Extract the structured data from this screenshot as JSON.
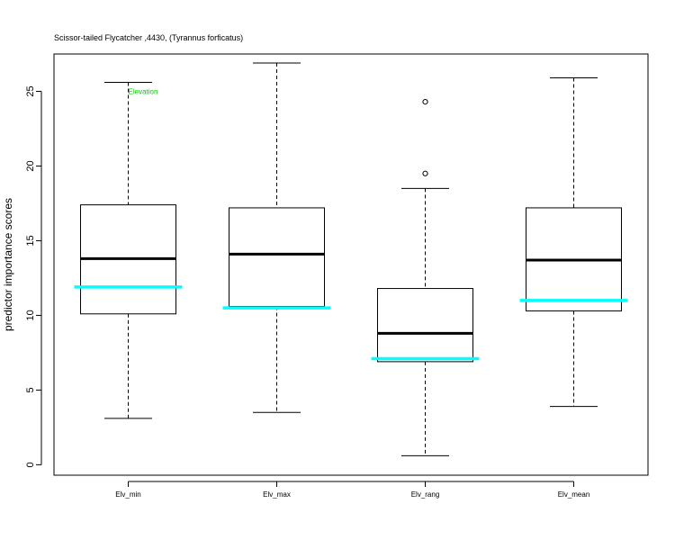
{
  "chart_data": {
    "type": "box",
    "title": "Scissor-tailed Flycatcher ,4430, (Tyrannus forficatus)",
    "xlabel": "",
    "ylabel": "predictor importance scores",
    "ylim": [
      -0.7,
      27.5
    ],
    "yticks": [
      0,
      5,
      10,
      15,
      20,
      25
    ],
    "grid": false,
    "categories": [
      "Elv_min",
      "Elv_max",
      "Elv_rang",
      "Elv_mean"
    ],
    "boxes": [
      {
        "category": "Elv_min",
        "whisker_low": 3.1,
        "q1": 10.1,
        "median": 13.8,
        "q3": 17.4,
        "whisker_high": 25.6,
        "outliers": []
      },
      {
        "category": "Elv_max",
        "whisker_low": 3.5,
        "q1": 10.6,
        "median": 14.1,
        "q3": 17.2,
        "whisker_high": 26.9,
        "outliers": []
      },
      {
        "category": "Elv_rang",
        "whisker_low": 0.6,
        "q1": 6.9,
        "median": 8.8,
        "q3": 11.8,
        "whisker_high": 18.5,
        "outliers": [
          19.5,
          24.3
        ]
      },
      {
        "category": "Elv_mean",
        "whisker_low": 3.9,
        "q1": 10.3,
        "median": 13.7,
        "q3": 17.2,
        "whisker_high": 25.9,
        "outliers": []
      }
    ],
    "reference_lines": {
      "color": "#00ffff",
      "values": [
        11.9,
        10.5,
        7.1,
        11.0
      ]
    },
    "annotations": [
      {
        "text": "Elevation",
        "category": "Elv_min",
        "y": 25.0,
        "color": "#00cc00"
      }
    ]
  }
}
